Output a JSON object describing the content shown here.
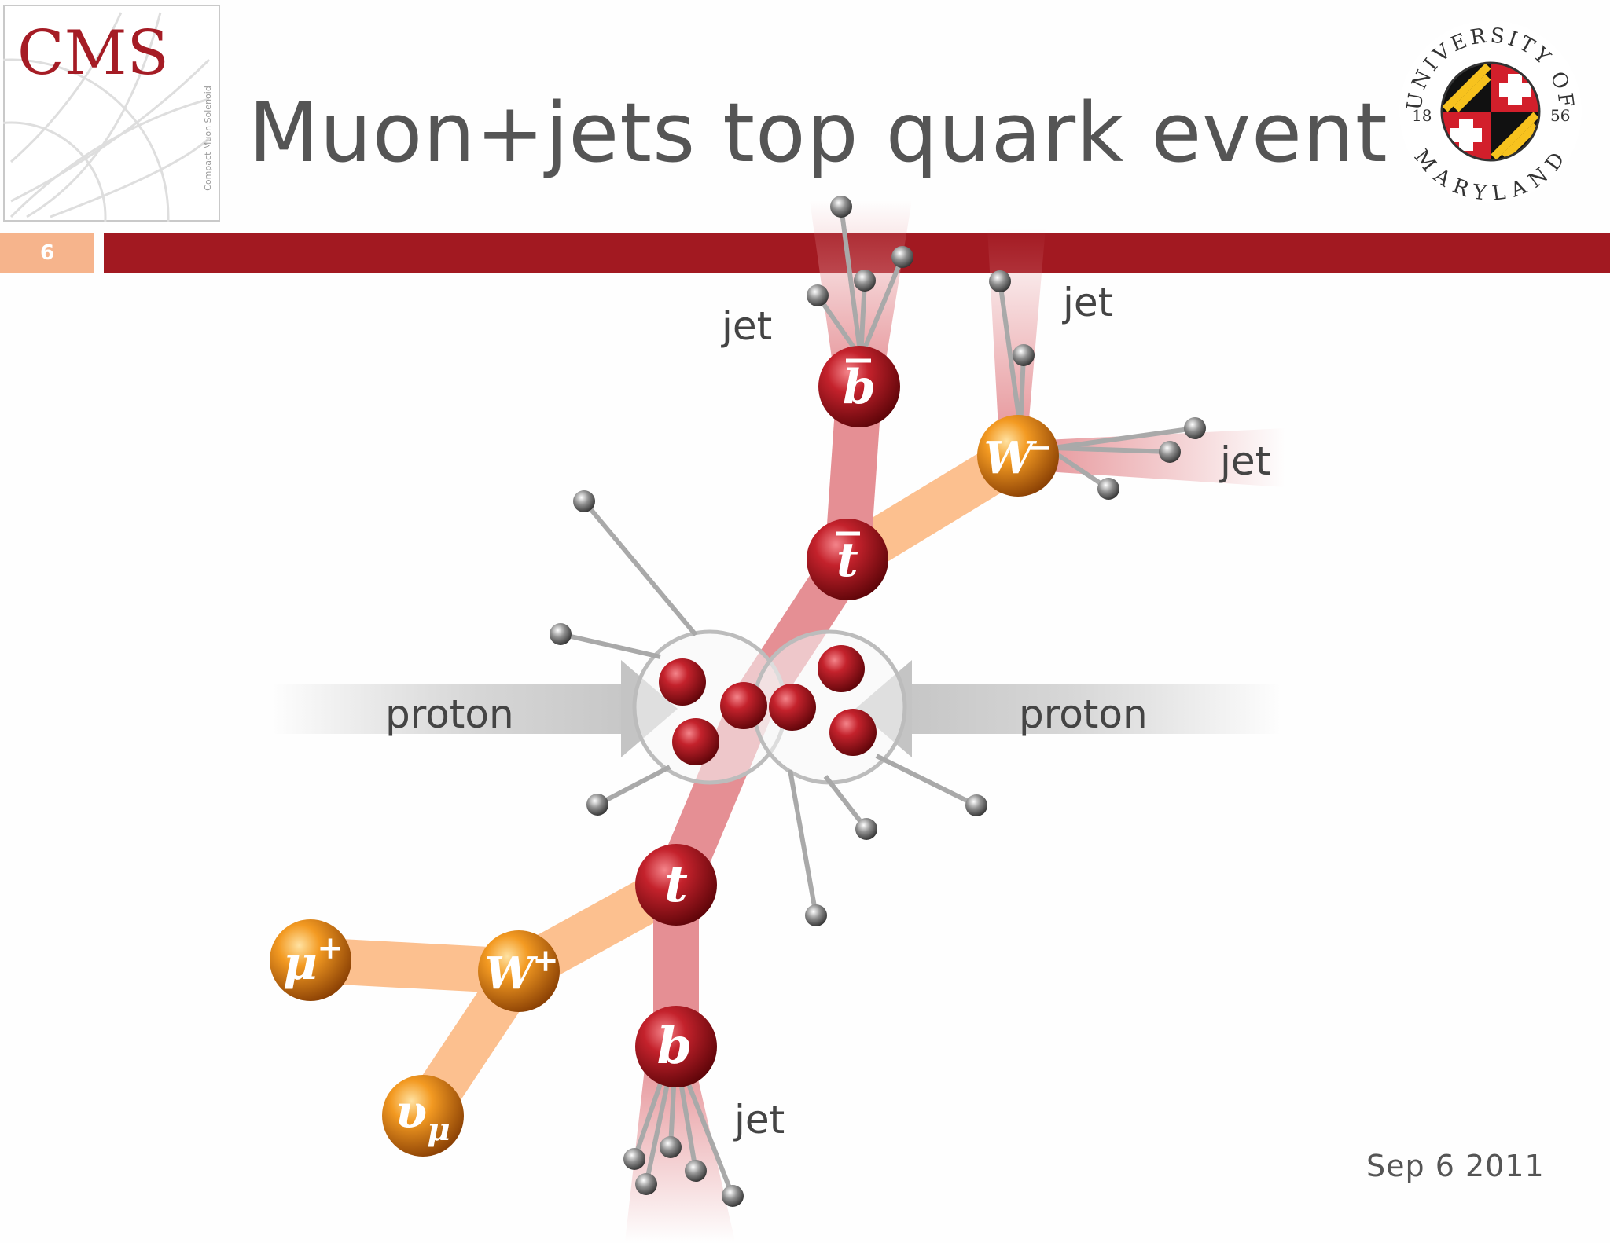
{
  "header": {
    "logo_text": "CMS",
    "logo_subtext": "Compact Muon Solenoid",
    "title": "Muon+jets top quark event",
    "seal": {
      "top_text": "UNIVERSITY OF",
      "bottom_text": "MARYLAND",
      "year_left": "18",
      "year_right": "56"
    }
  },
  "slide_number": "6",
  "diagram": {
    "beam_left_label": "proton",
    "beam_right_label": "proton",
    "jet_labels": [
      "jet",
      "jet",
      "jet",
      "jet"
    ],
    "particles": {
      "bbar": "b",
      "tbar": "t",
      "t": "t",
      "b": "b",
      "w_minus": "W",
      "w_minus_charge": "−",
      "w_plus": "W",
      "w_plus_charge": "+",
      "mu": "μ",
      "mu_charge": "+",
      "nu": "υ",
      "nu_sub": "μ"
    }
  },
  "footer": {
    "date": "Sep 6 2011"
  },
  "colors": {
    "band_red": "#a21921",
    "page_number_bg": "#f6b48c",
    "top_quark_red": "#b01822",
    "w_orange": "#f09020",
    "quark_line": "#e58f94",
    "boson_line": "#fcc08f",
    "title_gray": "#555555"
  }
}
